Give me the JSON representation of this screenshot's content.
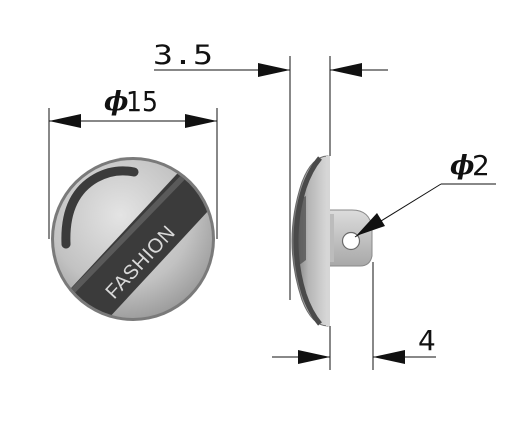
{
  "dimensions": {
    "thickness": "3.5",
    "diameter_symbol": "ϕ",
    "diameter": "15",
    "hole_diameter_symbol": "ϕ",
    "hole_diameter": "2",
    "shank_length": "4"
  },
  "button": {
    "brand_text": "FASHION"
  },
  "colors": {
    "line": "#111111",
    "face": "#b9b9b9",
    "face_light": "#e2e2e2",
    "stripe": "#3a3a3a",
    "rim": "#8c8c8c"
  }
}
